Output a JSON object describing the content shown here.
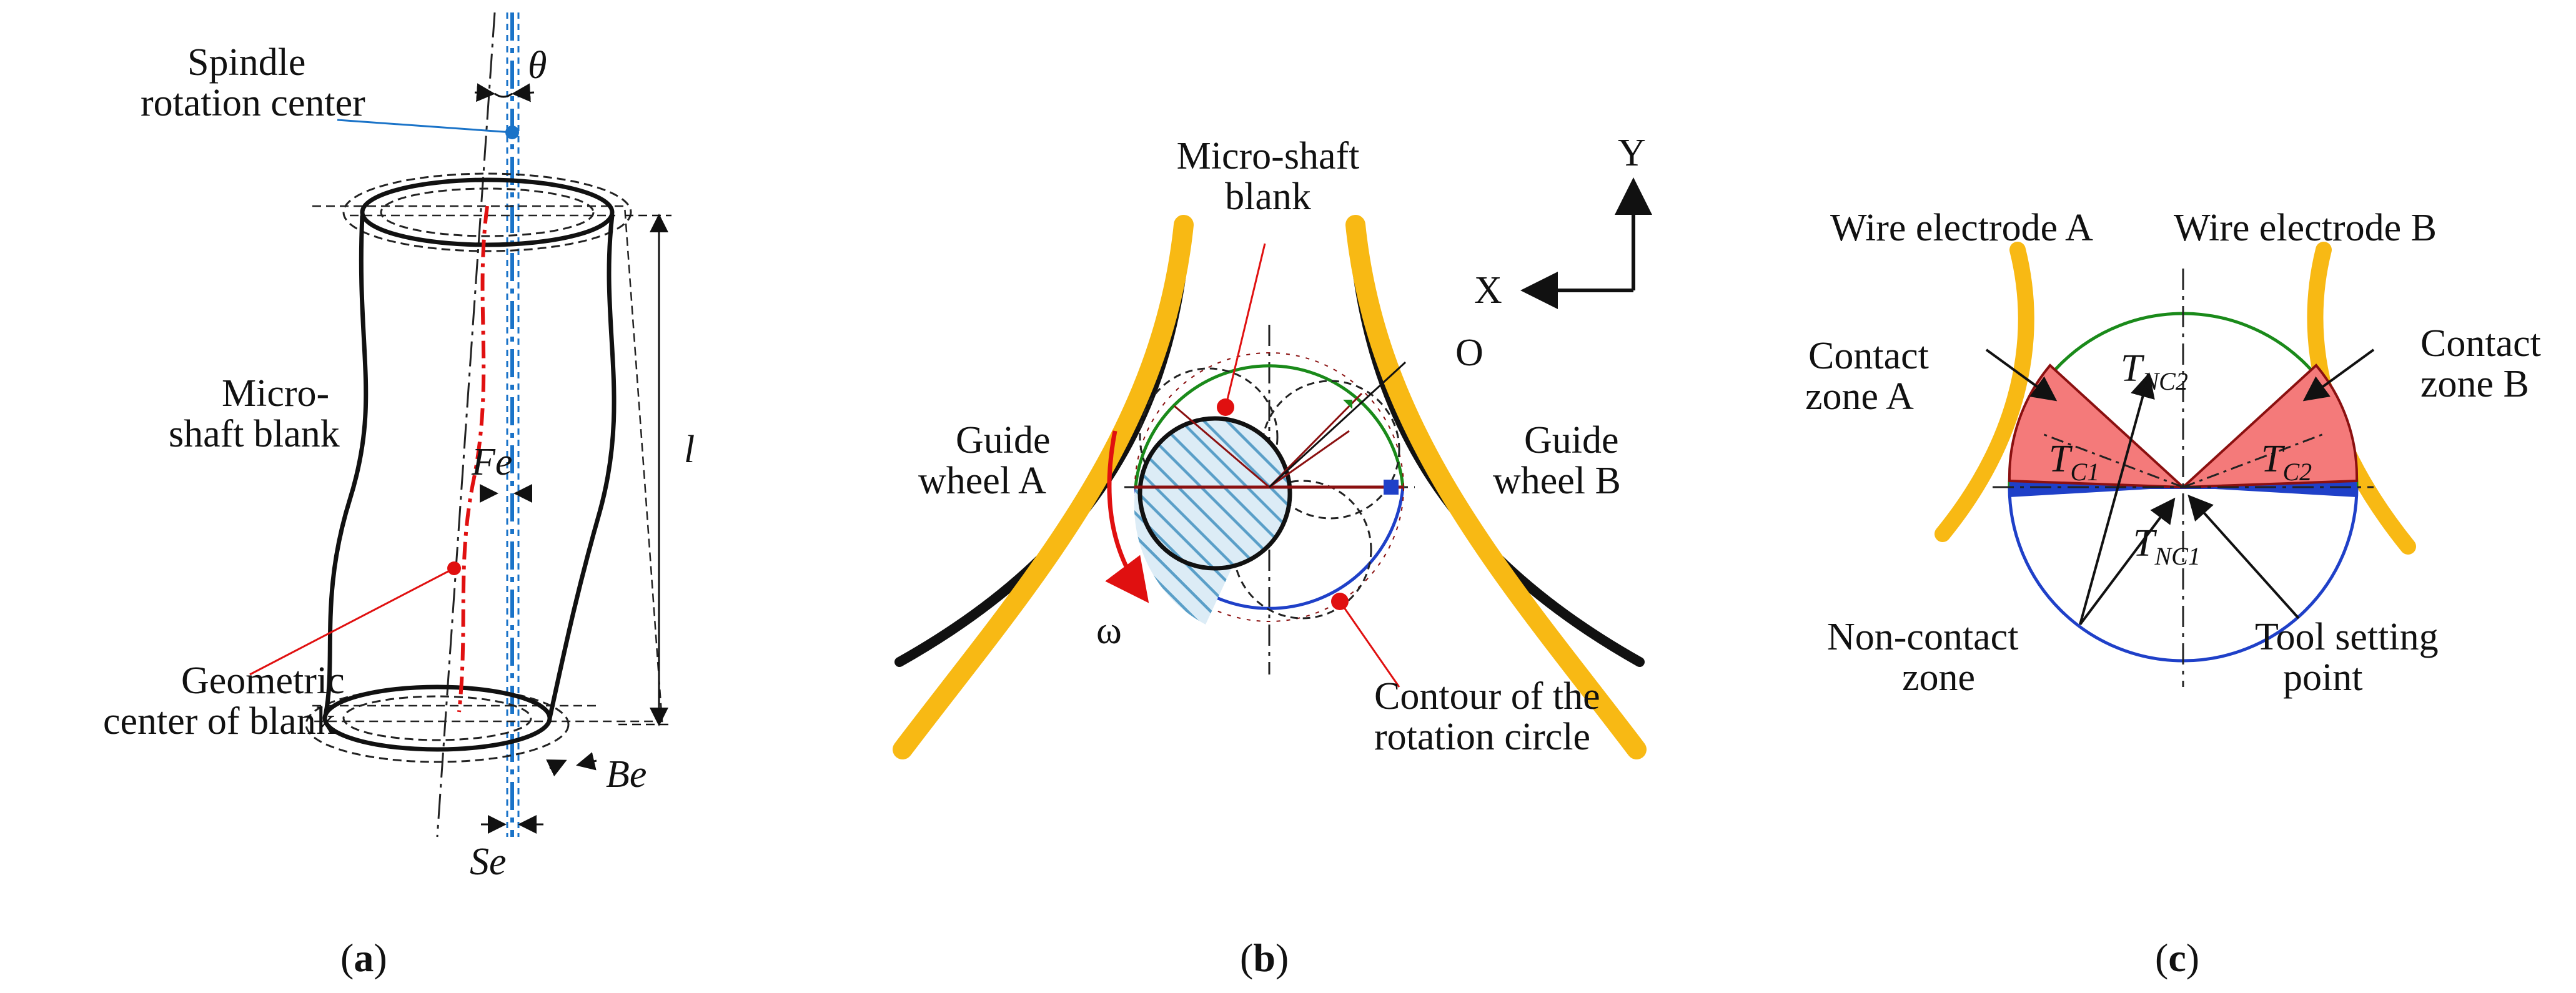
{
  "panel_a": {
    "caption_open": "(",
    "caption_letter": "a",
    "caption_close": ")",
    "spindle_label_line1": "Spindle",
    "spindle_label_line2": "rotation center",
    "theta_symbol": "θ",
    "blank_label_line1": "Micro-",
    "blank_label_line2": "shaft blank",
    "fe_label": "Fe",
    "l_label": "l",
    "geo_label_line1": "Geometric",
    "geo_label_line2": "center of blank",
    "be_label": "Be",
    "se_label": "Se"
  },
  "panel_b": {
    "caption_open": "(",
    "caption_letter": "b",
    "caption_close": ")",
    "blank_label_line1": "Micro-shaft",
    "blank_label_line2": "blank",
    "o_label": "O",
    "y_axis_label": "Y",
    "x_axis_label": "X",
    "guide_a_line1": "Guide",
    "guide_a_line2": "wheel A",
    "guide_b_line1": "Guide",
    "guide_b_line2": "wheel B",
    "omega_label": "ω",
    "contour_line1": "Contour of the",
    "contour_line2": "rotation circle"
  },
  "panel_c": {
    "caption_open": "(",
    "caption_letter": "c",
    "caption_close": ")",
    "wire_a": "Wire electrode A",
    "wire_b": "Wire electrode B",
    "contact_a_line1": "Contact",
    "contact_a_line2": "zone A",
    "contact_b_line1": "Contact",
    "contact_b_line2": "zone B",
    "t_nc2_main": "T",
    "t_nc2_sub": "NC2",
    "t_c1_main": "T",
    "t_c1_sub": "C1",
    "t_c2_main": "T",
    "t_c2_sub": "C2",
    "t_nc1_main": "T",
    "t_nc1_sub": "NC1",
    "noncontact_line1": "Non-contact",
    "noncontact_line2": "zone",
    "tool_line1": "Tool setting",
    "tool_line2": "point"
  },
  "colors": {
    "electrode": "#f8b914",
    "contact_fill": "#f47a7a",
    "contact_stroke": "#8b1010",
    "blue": "#1f40c8",
    "green": "#1a8a1a",
    "red": "#e01010",
    "spindle_blue": "#1a73c8",
    "hatch": "#5a9fc8"
  }
}
